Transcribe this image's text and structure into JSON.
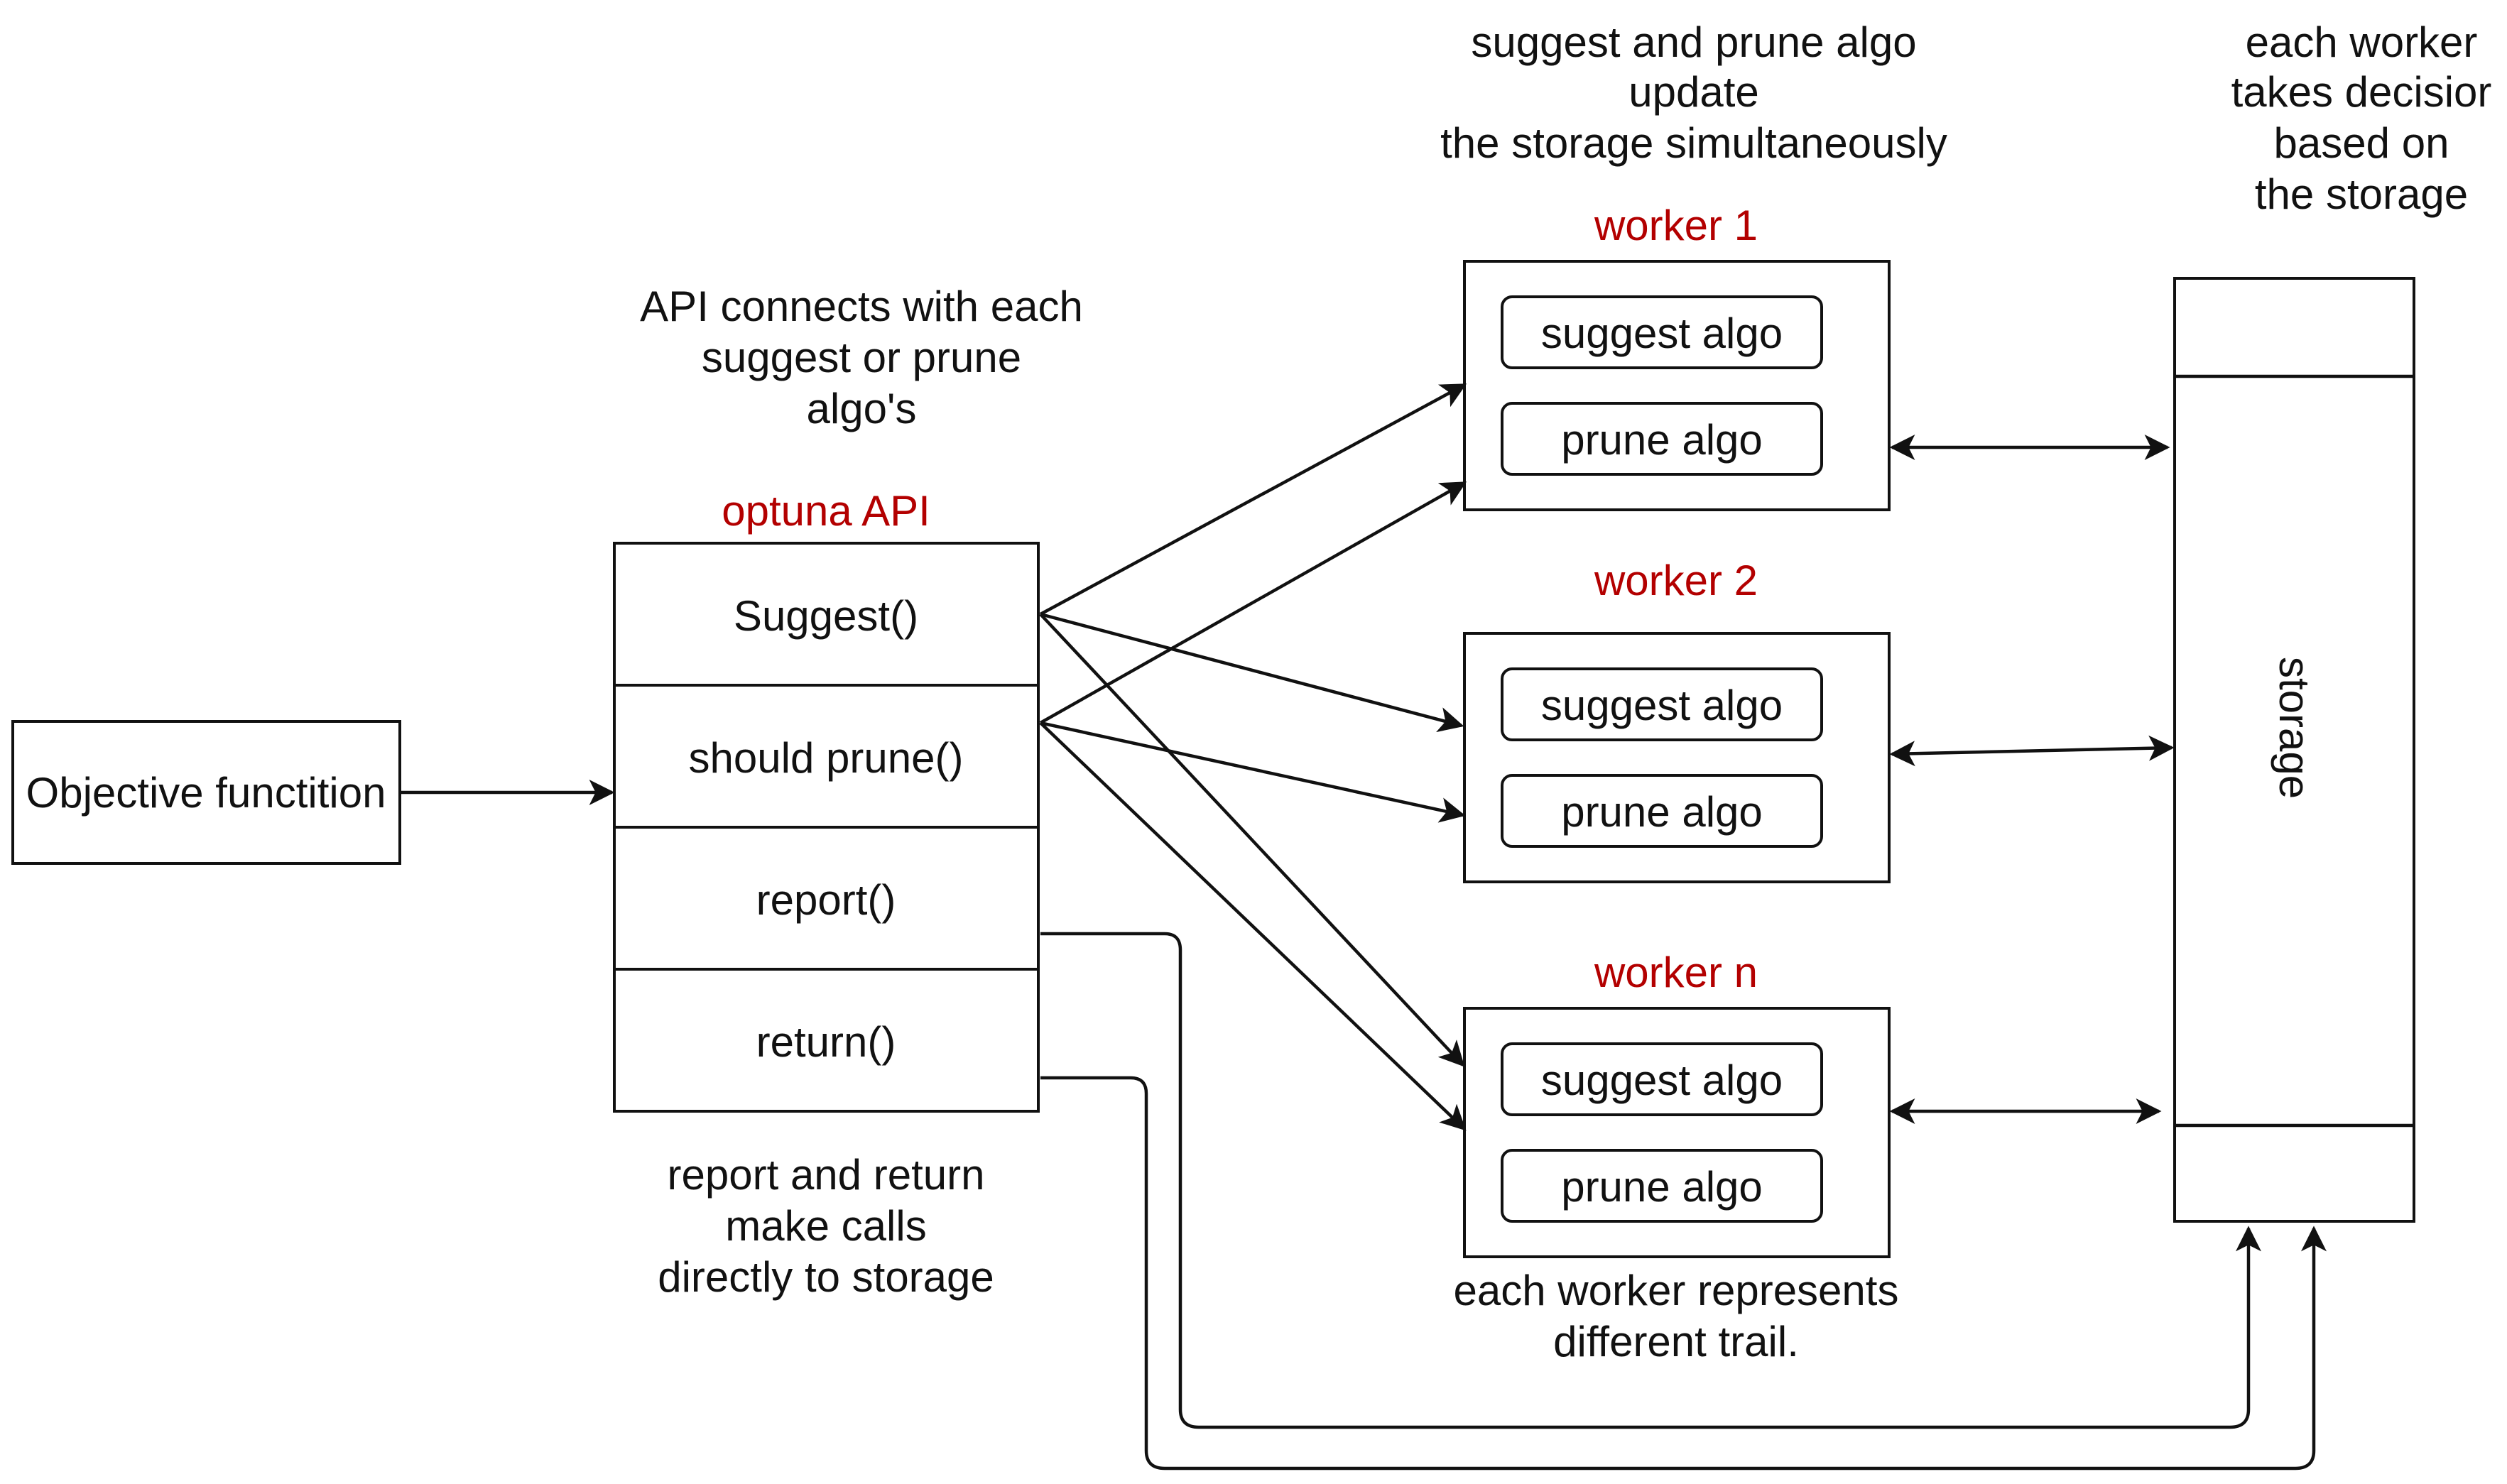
{
  "colors": {
    "stroke": "#111111",
    "title_red": "#b30000",
    "background": "#ffffff"
  },
  "objective": {
    "label": "Objective functition"
  },
  "api": {
    "title": "optuna API",
    "methods": [
      "Suggest()",
      "should prune()",
      "report()",
      "return()"
    ]
  },
  "workers": [
    {
      "title": "worker 1",
      "items": [
        "suggest algo",
        "prune algo"
      ]
    },
    {
      "title": "worker 2",
      "items": [
        "suggest algo",
        "prune algo"
      ]
    },
    {
      "title": "worker n",
      "items": [
        "suggest algo",
        "prune algo"
      ]
    }
  ],
  "storage": {
    "label": "storage"
  },
  "notes": {
    "api_connects": [
      "API connects with each",
      "suggest or prune",
      "algo's"
    ],
    "suggest_prune_update": [
      "suggest and prune algo",
      "update",
      "the storage simultaneously"
    ],
    "worker_decision": [
      "each worker",
      "takes decisior",
      "based on",
      "the storage"
    ],
    "report_return": [
      "report and return",
      "make calls",
      "directly to storage"
    ],
    "worker_trail": [
      "each worker represents",
      "different trail."
    ]
  }
}
